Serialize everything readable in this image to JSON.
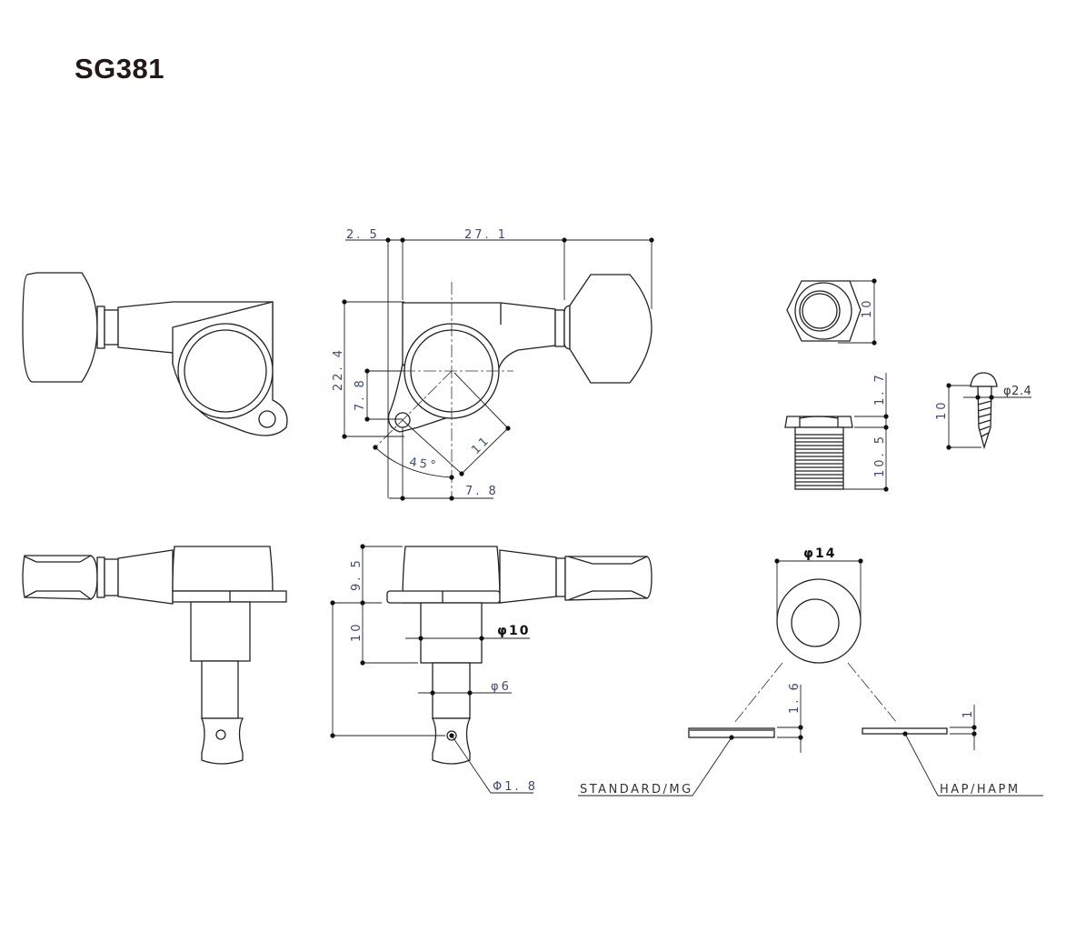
{
  "title": "SG381",
  "dimensions": {
    "offset_2_5": "2. 5",
    "length_27_1": "27. 1",
    "height_22_4": "22. 4",
    "hole_height_7_8": "7. 8",
    "hole_offset_7_8": "7. 8",
    "angle_45": "45°",
    "radius_11": "11",
    "body_height_9_5": "9. 5",
    "post_length_10": "10",
    "post_dia_10": "φ10",
    "shaft_dia_6": "φ6",
    "string_hole_dia": "Φ1. 8",
    "nut_width_10": "10",
    "nut_flange_1_7": "1. 7",
    "nut_thread_10_5": "10. 5",
    "screw_length_10": "10",
    "screw_dia_2_4": "φ2.4",
    "washer_dia_14": "φ14",
    "washer_std_thickness": "1. 6",
    "washer_hap_thickness": "1"
  },
  "labels": {
    "washer_standard": "STANDARD/MG",
    "washer_hap": "HAP/HAPM"
  }
}
